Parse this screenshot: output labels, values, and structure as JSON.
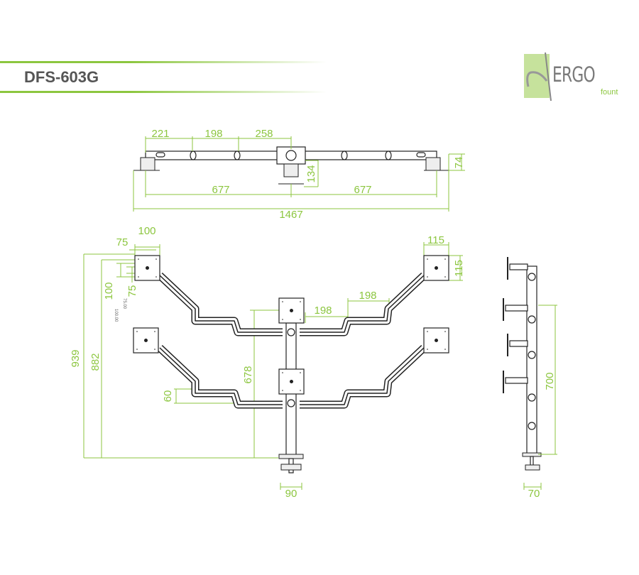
{
  "header": {
    "title": "DFS-603G"
  },
  "logo": {
    "brand": "ERGO",
    "sub": "fount"
  },
  "colors": {
    "accent": "#8cc63f",
    "line": "#222222",
    "title": "#555555"
  },
  "top_view": {
    "dims": {
      "seg1": "221",
      "seg2": "198",
      "seg3": "258",
      "height_center": "134",
      "height_end": "74",
      "half_left": "677",
      "half_right": "677",
      "total": "1467"
    }
  },
  "front_view": {
    "dims": {
      "vesa_large": "100",
      "vesa_small": "75",
      "vesa_large_v": "100",
      "vesa_small_v": "75",
      "note_large": "100.00",
      "note_small": "75.00",
      "total_height": "939",
      "height_882": "882",
      "pole_height": "678",
      "arm_offset": "60",
      "arm_seg_a": "198",
      "arm_seg_b": "198",
      "plate_w": "115",
      "plate_h": "115",
      "clamp_width": "90"
    }
  },
  "side_view": {
    "dims": {
      "height": "700",
      "depth": "70"
    }
  }
}
